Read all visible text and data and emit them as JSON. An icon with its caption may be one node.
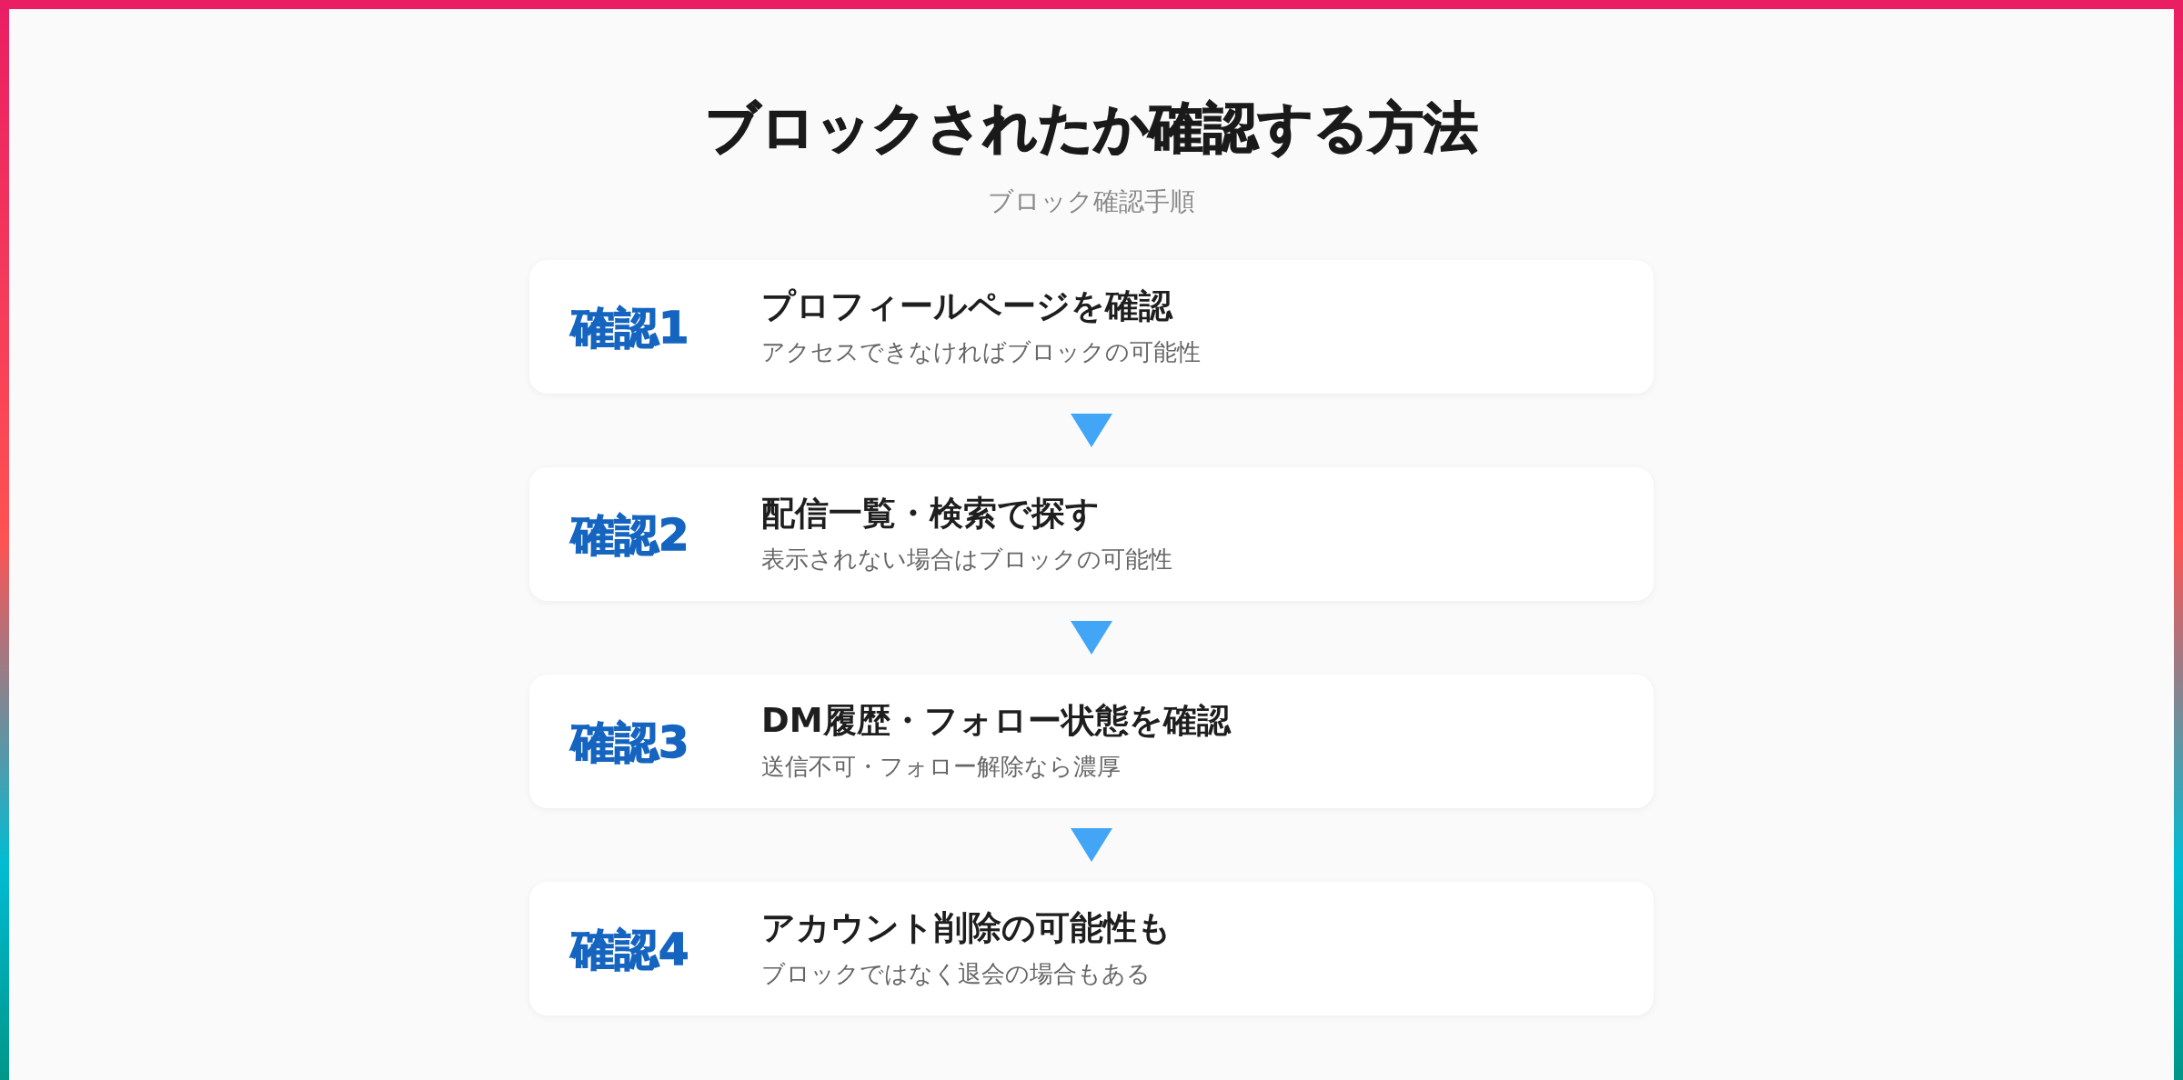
{
  "diagram": {
    "title": "ブロックされたか確認する方法",
    "nodes": [
      {
        "text": [
          "確認1",
          "プロフィールページを確認",
          "アクセスできなければブロックの可能性"
        ]
      },
      {
        "text": [
          "確認2",
          "配信一覧・検索で探す",
          "表示されない場合はブロックの可能性"
        ]
      },
      {
        "text": [
          "確認3",
          "DM履歴・フォロー状態を確認",
          "送信不可・フォロー解除なら濃厚"
        ]
      },
      {
        "text": [
          "確認4",
          "アカウント削除の可能性も",
          "ブロックではなく退会の場合もある"
        ]
      }
    ],
    "edges": [
      {
        "from": 0,
        "to": 1,
        "arrow": "to"
      },
      {
        "from": 1,
        "to": 2,
        "arrow": "to"
      },
      {
        "from": 2,
        "to": 3,
        "arrow": "to"
      }
    ],
    "labels": [
      "ブロック確認手順"
    ]
  }
}
